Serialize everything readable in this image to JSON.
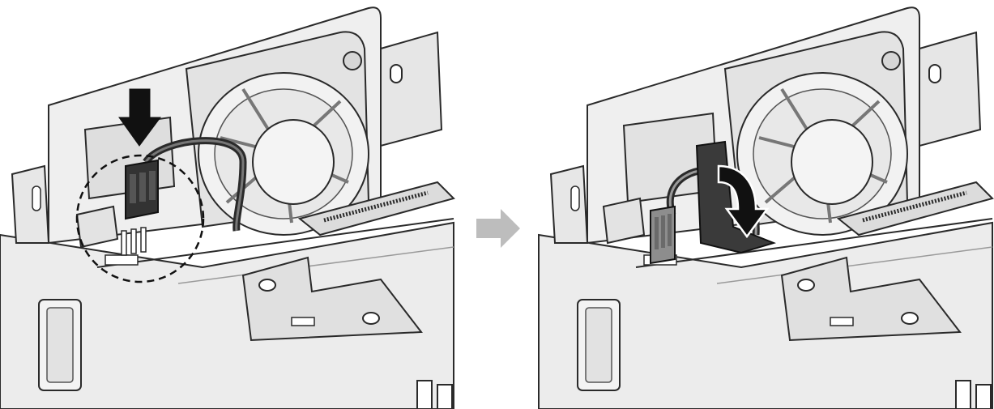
{
  "figure": {
    "steps": [
      {
        "id": "step-1",
        "action": "insert-fan-cable-connector"
      },
      {
        "id": "step-2",
        "action": "fold-cable-tape-down"
      }
    ],
    "transition": "next-step-arrow",
    "colors": {
      "chassis": "#e9e9e9",
      "chassis_edge": "#2a2a2a",
      "fan_body": "#e4e4e4",
      "connector_dark": "#333333",
      "connector_grey": "#8d8d8d",
      "tape": "#3a3a3a",
      "arrow_black": "#111111",
      "arrow_grey": "#bdbdbd"
    },
    "icons": [
      "push-down-arrow-icon",
      "fold-down-arrow-icon",
      "next-step-arrow-icon",
      "detail-callout-circle"
    ]
  }
}
